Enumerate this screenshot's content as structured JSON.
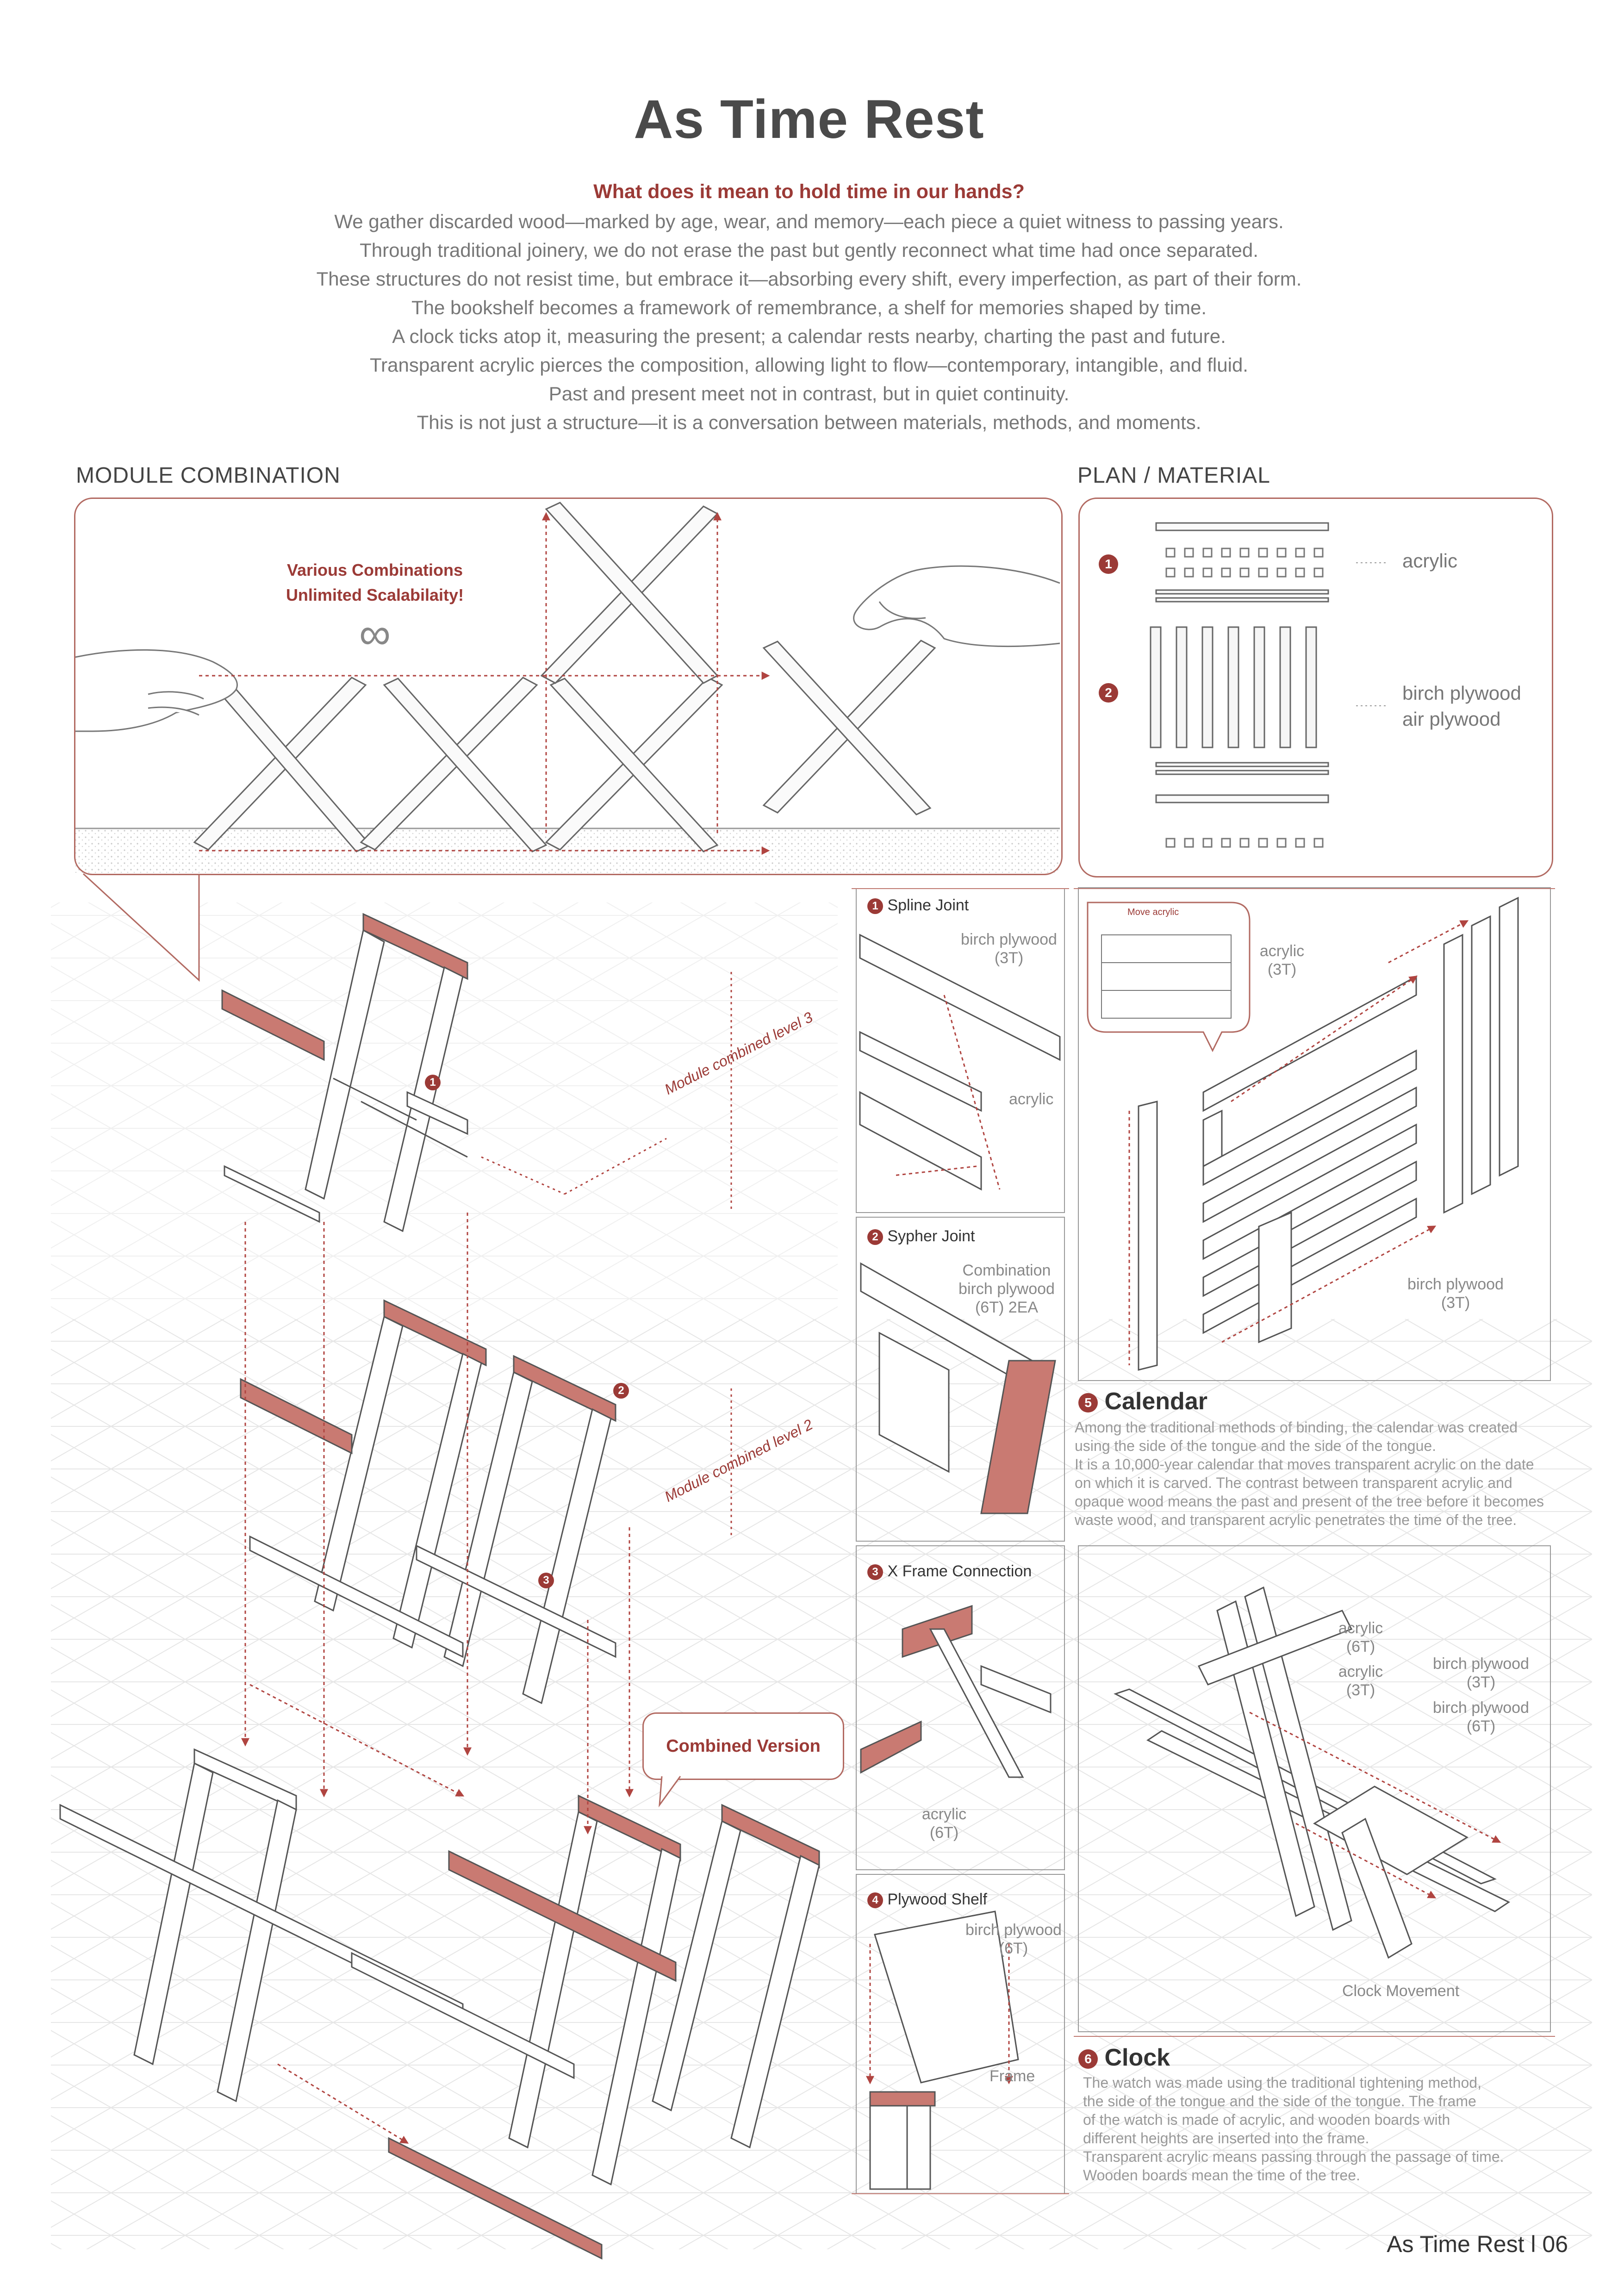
{
  "title": "As Time Rest",
  "question": "What does it mean to hold time in our hands?",
  "intro_lines": [
    "We gather discarded wood—marked by age, wear, and memory—each piece a quiet witness to passing years.",
    "Through traditional joinery, we do not erase the past but gently reconnect what time had once separated.",
    "These structures do not resist time, but embrace it—absorbing every shift, every imperfection, as part of their form.",
    "The bookshelf becomes a framework of remembrance, a shelf for memories shaped by time.",
    "A clock ticks atop it, measuring the present; a calendar rests nearby, charting the past and future.",
    "Transparent acrylic pierces the composition, allowing light to flow—contemporary, intangible, and fluid.",
    "Past and present meet not in contrast, but in quiet continuity.",
    "This is not just a structure—it is a conversation between materials, methods, and moments."
  ],
  "sections": {
    "module_combination": "MODULE COMBINATION",
    "plan_material": "PLAN / MATERIAL"
  },
  "module_panel": {
    "heading_line1": "Various Combinations",
    "heading_line2": "Unlimited Scalabilaity!",
    "infinity": "∞"
  },
  "plan": {
    "marker1": "1",
    "marker2": "2",
    "acrylic": "acrylic",
    "birch": "birch plywood",
    "air": "air plywood"
  },
  "axon": {
    "marker1": "1",
    "marker2": "2",
    "marker3": "3",
    "level3": "Module combined level 3",
    "level2": "Module combined level 2",
    "combined_version": "Combined Version"
  },
  "joints": {
    "spline": {
      "num": "1",
      "title": "Spline Joint",
      "label1_a": "birch plywood",
      "label1_b": "(3T)",
      "label2": "acrylic"
    },
    "sypher": {
      "num": "2",
      "title": "Sypher Joint",
      "label_a": "Combination",
      "label_b": "birch plywood",
      "label_c": "(6T) 2EA"
    },
    "xframe": {
      "num": "3",
      "title": "X Frame Connection",
      "label_a": "acrylic",
      "label_b": "(6T)"
    },
    "shelf": {
      "num": "4",
      "title": "Plywood Shelf",
      "label_a": "birch plywood",
      "label_b": "(6T)",
      "label2": "Frame"
    }
  },
  "calendar": {
    "num": "5",
    "title": "Calendar",
    "inset_label": "Move acrylic",
    "acrylic_a": "acrylic",
    "acrylic_b": "(3T)",
    "birch_a": "birch plywood",
    "birch_b": "(3T)",
    "para": [
      "Among the traditional methods of binding, the calendar was created",
      "using the side of the tongue and the side of the tongue.",
      "It is a 10,000-year calendar that moves transparent acrylic on the date",
      "on which it is carved. The contrast between transparent acrylic and",
      "opaque wood means the past and present of the tree before it becomes",
      "waste wood, and transparent acrylic penetrates the time of the tree."
    ]
  },
  "clock": {
    "num": "6",
    "title": "Clock",
    "acrylic6_a": "acrylic",
    "acrylic6_b": "(6T)",
    "acrylic3_a": "acrylic",
    "acrylic3_b": "(3T)",
    "birch3_a": "birch plywood",
    "birch3_b": "(3T)",
    "birch6_a": "birch plywood",
    "birch6_b": "(6T)",
    "movement": "Clock Movement",
    "para": [
      "The watch was made using the traditional tightening method,",
      "the side of the tongue and the side of the tongue. The frame",
      "of the watch is made of acrylic, and wooden boards with",
      " different heights are inserted into the frame.",
      "Transparent acrylic  means passing through the passage of time.",
      " Wooden boards mean the time of the tree."
    ]
  },
  "footer": "As Time Rest l 06",
  "colors": {
    "accent": "#9b3a36",
    "line": "#555555",
    "grid": "#dddddd"
  }
}
